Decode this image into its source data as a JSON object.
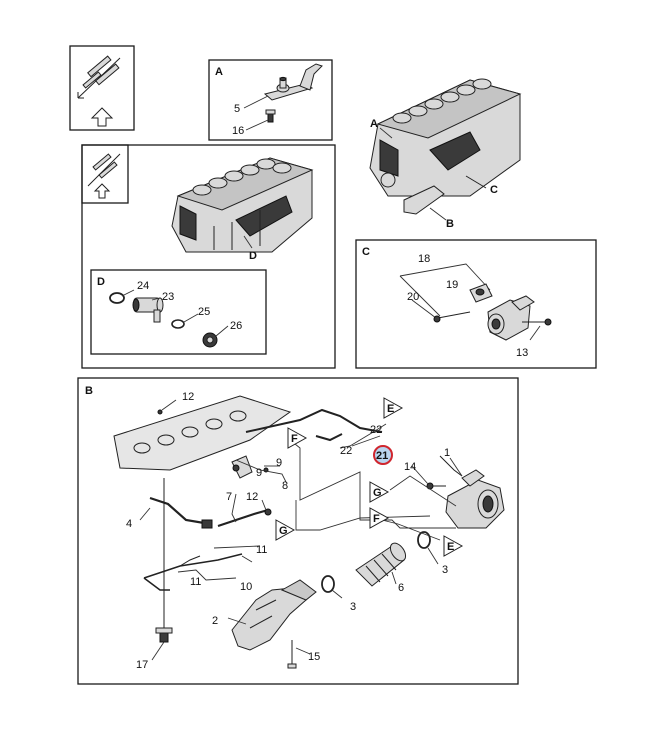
{
  "sections": {
    "a": "A",
    "b": "B",
    "c": "C",
    "d": "D"
  },
  "overview": {
    "a": "A",
    "b": "B",
    "c": "C",
    "d": "D"
  },
  "callouts": {
    "n1": "1",
    "n2": "2",
    "n3": "3",
    "n4": "4",
    "n5": "5",
    "n6": "6",
    "n7": "7",
    "n8": "8",
    "n9": "9",
    "n10": "10",
    "n11": "11",
    "n12": "12",
    "n13": "13",
    "n14": "14",
    "n15": "15",
    "n16": "16",
    "n17": "17",
    "n18": "18",
    "n19": "19",
    "n20": "20",
    "n21": "21",
    "n22": "22",
    "n23": "23",
    "n24": "24",
    "n25": "25",
    "n26": "26"
  },
  "refs": {
    "e": "E",
    "f": "F",
    "g": "G"
  },
  "colors": {
    "highlight_ring": "#d0262e",
    "highlight_fill": "#b9d4ee"
  }
}
